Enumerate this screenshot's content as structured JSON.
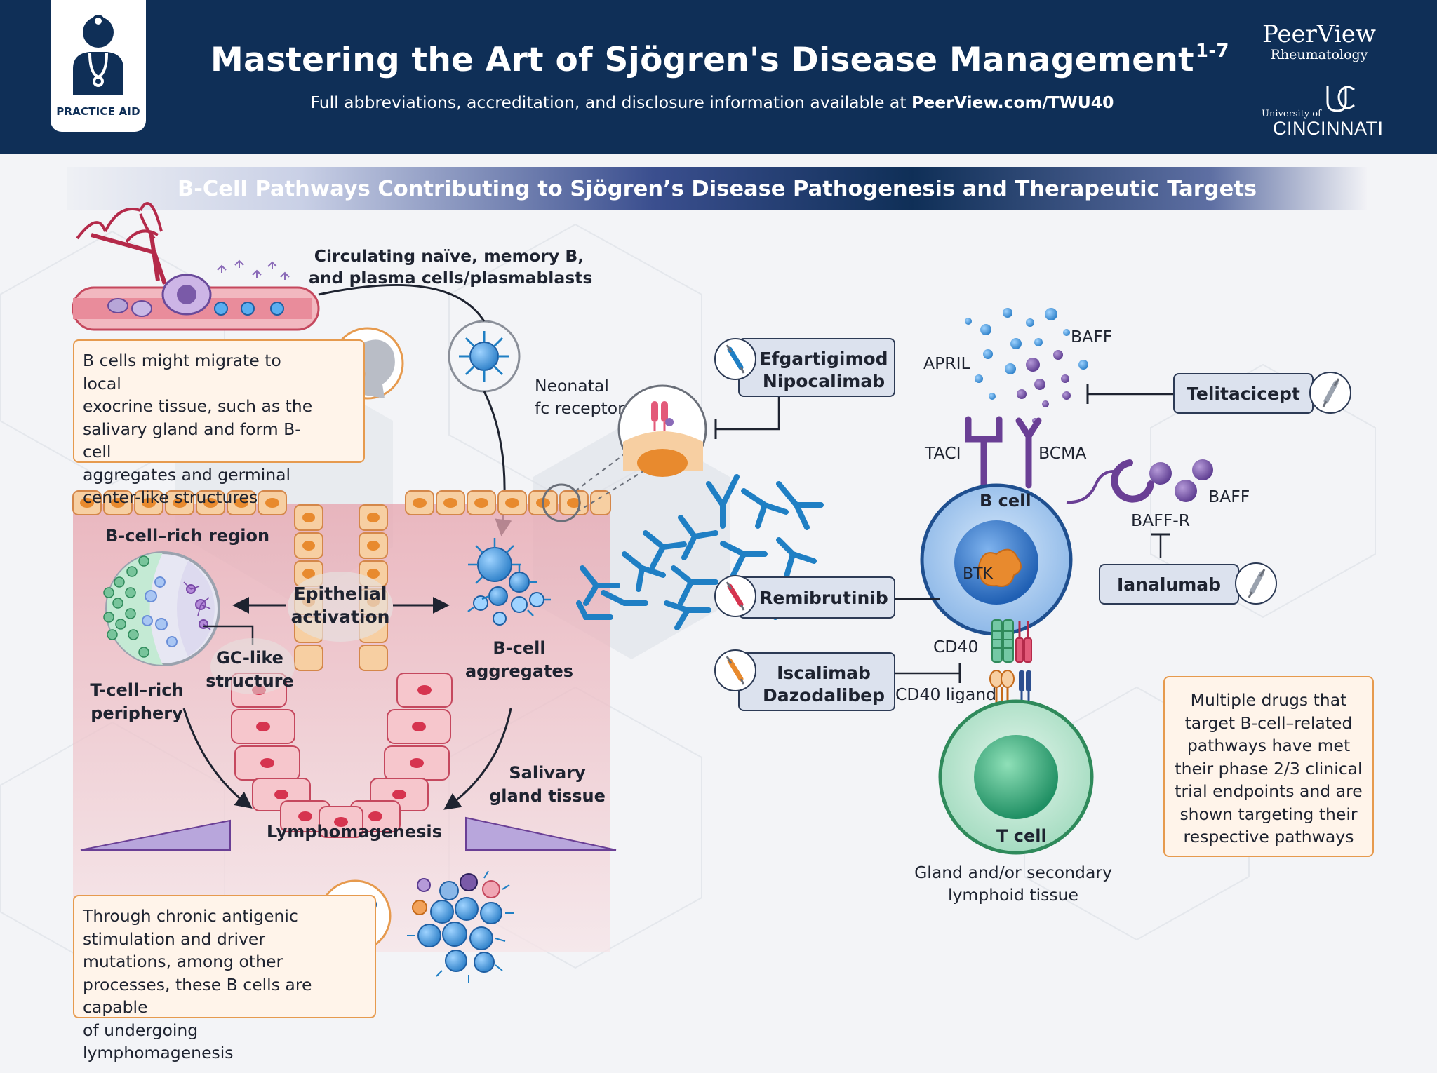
{
  "header": {
    "badge": "PRACTICE AID",
    "title": "Mastering the Art of Sjögren's Disease Management",
    "title_sup": "1-7",
    "subtitle_prefix": "Full abbreviations, accreditation, and disclosure information available at ",
    "subtitle_link": "PeerView.com/TWU40",
    "logo_peerview": "PeerView",
    "logo_peerview_sub": "Rheumatology",
    "logo_uc_small": "University of",
    "logo_uc_big": "CINCINNATI"
  },
  "banner": "B-Cell Pathways Contributing to Sjögren’s Disease Pathogenesis and Therapeutic Targets",
  "left": {
    "circulating_line1": "Circulating naïve, memory B,",
    "circulating_line2": "and plasma cells/plasmablasts",
    "migrate_box": [
      "B cells might migrate to local",
      "exocrine tissue, such as the",
      "salivary gland and form B-cell",
      "aggregates and germinal",
      "center-like structures"
    ],
    "neonatal_line1": "Neonatal",
    "neonatal_line2": "fc receptor",
    "bcell_rich": "B-cell–rich region",
    "epithelial_line1": "Epithelial",
    "epithelial_line2": "activation",
    "gc_line1": "GC-like",
    "gc_line2": "structure",
    "tcell_line1": "T-cell–rich",
    "tcell_line2": "periphery",
    "aggregates_line1": "B-cell",
    "aggregates_line2": "aggregates",
    "salivary_line1": "Salivary",
    "salivary_line2": "gland tissue",
    "lymphomagenesis": "Lymphomagenesis",
    "chronic_box": [
      "Through chronic antigenic",
      "stimulation and driver",
      "mutations, among other",
      "processes, these B cells are capable",
      "of undergoing lymphomagenesis"
    ]
  },
  "right": {
    "april": "APRIL",
    "baff_top": "BAFF",
    "taci": "TACI",
    "bcma": "BCMA",
    "baff_right": "BAFF",
    "baff_r": "BAFF-R",
    "bcell": "B cell",
    "btk": "BTK",
    "cd40": "CD40",
    "cd40_ligand": "CD40 ligand",
    "tcell": "T cell",
    "gland_line1": "Gland and/or secondary",
    "gland_line2": "lymphoid tissue",
    "note_box": [
      "Multiple drugs that",
      "target B-cell–related",
      "pathways have met",
      "their phase 2/3 clinical",
      "trial endpoints and are",
      "shown targeting their",
      "respective pathways"
    ]
  },
  "drugs": {
    "efgartigimod": "Efgartigimod",
    "nipocalimab": "Nipocalimab",
    "telitacicept": "Telitacicept",
    "remibrutinib": "Remibrutinib",
    "ianalumab": "Ianalumab",
    "iscalimab": "Iscalimab",
    "dazodalibep": "Dazodalibep"
  },
  "icons": [
    "doctor-icon",
    "syringe-icon",
    "uc-logo-mark"
  ],
  "colors": {
    "header_bg": "#0f2f57",
    "box_border": "#e69a4e",
    "box_bg": "#fff4ea",
    "drug_box_bg": "#dce2ee",
    "bcell_blue": "#9ec3ec",
    "tcell_green": "#8fd1b4",
    "receptor_purple": "#6a3f95",
    "antibody_blue": "#1f7fc4"
  }
}
